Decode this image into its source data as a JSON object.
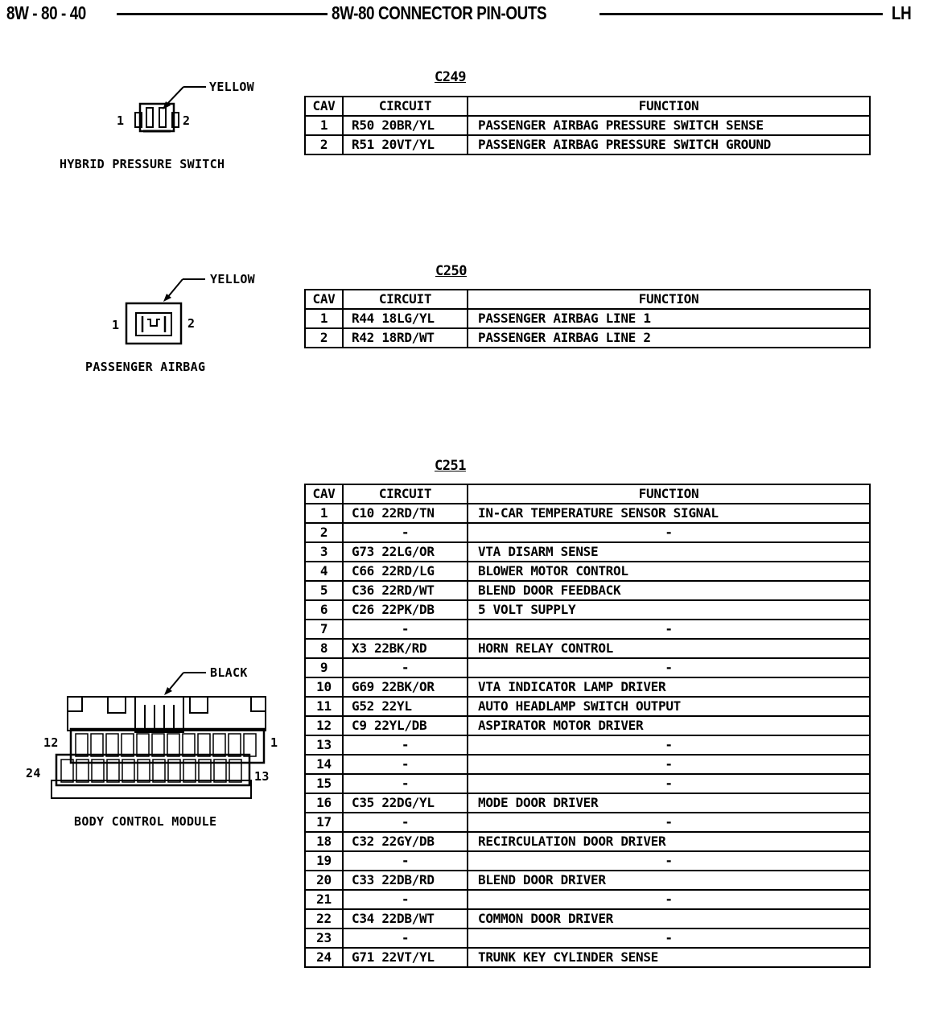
{
  "header": {
    "page_number": "8W - 80 - 40",
    "section_title": "8W-80 CONNECTOR PIN-OUTS",
    "side": "LH"
  },
  "connectors": [
    {
      "id": "C249",
      "component": "HYBRID PRESSURE SWITCH",
      "color": "YELLOW",
      "pin_left": "1",
      "pin_right": "2",
      "columns": [
        "CAV",
        "CIRCUIT",
        "FUNCTION"
      ],
      "rows": [
        {
          "cav": "1",
          "circuit": "R50  20BR/YL",
          "function": "PASSENGER AIRBAG PRESSURE SWITCH SENSE"
        },
        {
          "cav": "2",
          "circuit": "R51  20VT/YL",
          "function": "PASSENGER AIRBAG PRESSURE SWITCH GROUND"
        }
      ]
    },
    {
      "id": "C250",
      "component": "PASSENGER AIRBAG",
      "color": "YELLOW",
      "pin_left": "1",
      "pin_right": "2",
      "columns": [
        "CAV",
        "CIRCUIT",
        "FUNCTION"
      ],
      "rows": [
        {
          "cav": "1",
          "circuit": "R44  18LG/YL",
          "function": "PASSENGER AIRBAG LINE 1"
        },
        {
          "cav": "2",
          "circuit": "R42  18RD/WT",
          "function": "PASSENGER AIRBAG LINE 2"
        }
      ]
    },
    {
      "id": "C251",
      "component": "BODY CONTROL MODULE",
      "color": "BLACK",
      "pin_labels": {
        "top_left": "12",
        "top_right": "1",
        "bottom_left": "24",
        "bottom_right": "13"
      },
      "columns": [
        "CAV",
        "CIRCUIT",
        "FUNCTION"
      ],
      "rows": [
        {
          "cav": "1",
          "circuit": "C10  22RD/TN",
          "function": "IN-CAR TEMPERATURE SENSOR SIGNAL"
        },
        {
          "cav": "2",
          "circuit": "-",
          "function": "-"
        },
        {
          "cav": "3",
          "circuit": "G73  22LG/OR",
          "function": "VTA DISARM SENSE"
        },
        {
          "cav": "4",
          "circuit": "C66  22RD/LG",
          "function": "BLOWER MOTOR CONTROL"
        },
        {
          "cav": "5",
          "circuit": "C36  22RD/WT",
          "function": "BLEND DOOR FEEDBACK"
        },
        {
          "cav": "6",
          "circuit": "C26  22PK/DB",
          "function": "5 VOLT SUPPLY"
        },
        {
          "cav": "7",
          "circuit": "-",
          "function": "-"
        },
        {
          "cav": "8",
          "circuit": "X3  22BK/RD",
          "function": "HORN RELAY CONTROL"
        },
        {
          "cav": "9",
          "circuit": "-",
          "function": "-"
        },
        {
          "cav": "10",
          "circuit": "G69  22BK/OR",
          "function": "VTA INDICATOR LAMP DRIVER"
        },
        {
          "cav": "11",
          "circuit": "G52  22YL",
          "function": "AUTO HEADLAMP SWITCH OUTPUT"
        },
        {
          "cav": "12",
          "circuit": "C9  22YL/DB",
          "function": "ASPIRATOR MOTOR DRIVER"
        },
        {
          "cav": "13",
          "circuit": "-",
          "function": "-"
        },
        {
          "cav": "14",
          "circuit": "-",
          "function": "-"
        },
        {
          "cav": "15",
          "circuit": "-",
          "function": "-"
        },
        {
          "cav": "16",
          "circuit": "C35  22DG/YL",
          "function": "MODE DOOR DRIVER"
        },
        {
          "cav": "17",
          "circuit": "-",
          "function": "-"
        },
        {
          "cav": "18",
          "circuit": "C32  22GY/DB",
          "function": "RECIRCULATION DOOR DRIVER"
        },
        {
          "cav": "19",
          "circuit": "-",
          "function": "-"
        },
        {
          "cav": "20",
          "circuit": "C33  22DB/RD",
          "function": "BLEND DOOR DRIVER"
        },
        {
          "cav": "21",
          "circuit": "-",
          "function": "-"
        },
        {
          "cav": "22",
          "circuit": "C34  22DB/WT",
          "function": "COMMON DOOR DRIVER"
        },
        {
          "cav": "23",
          "circuit": "-",
          "function": "-"
        },
        {
          "cav": "24",
          "circuit": "G71  22VT/YL",
          "function": "TRUNK KEY CYLINDER SENSE"
        }
      ]
    }
  ]
}
